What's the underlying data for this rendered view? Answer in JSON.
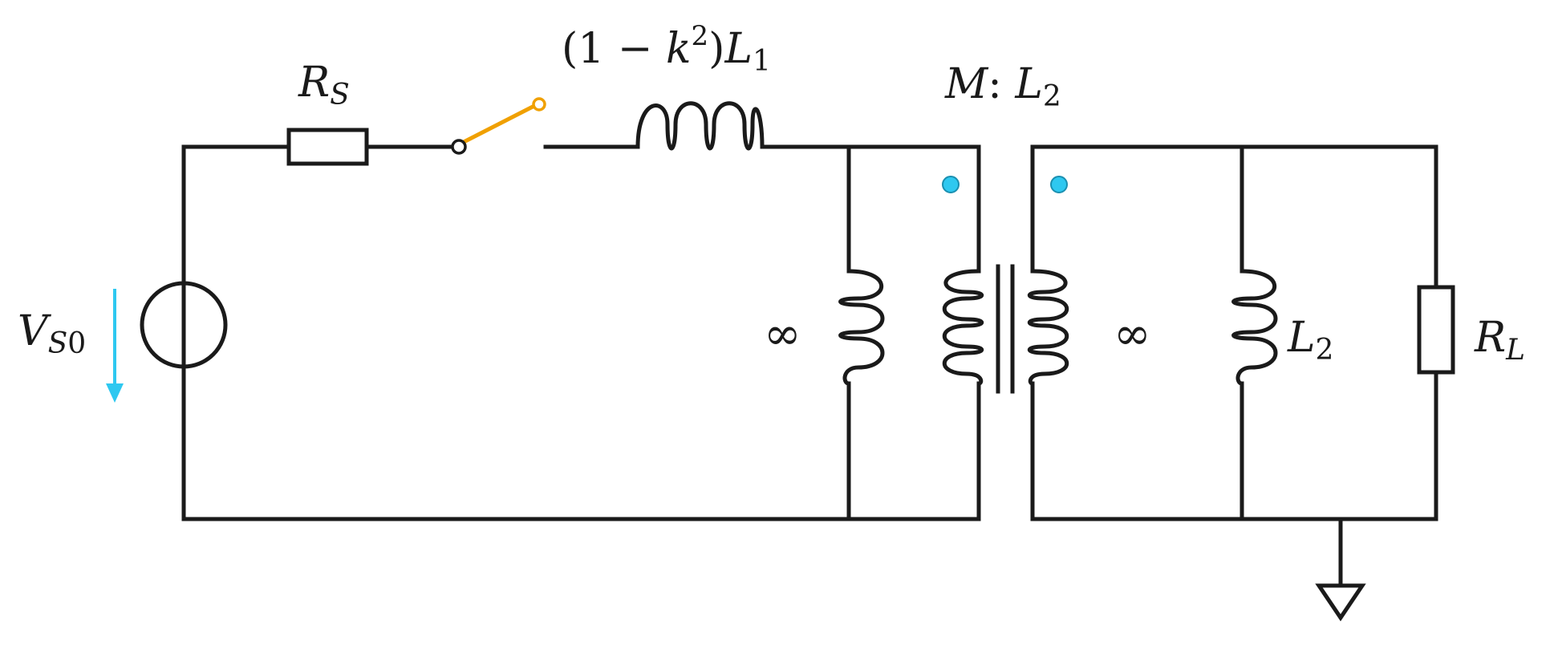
{
  "labels": {
    "source_resistor": {
      "main": "R",
      "sub": "S"
    },
    "leakage_inductor": {
      "prefix": "(1 − ",
      "k": "k",
      "sup": "2",
      "close": ")",
      "main": "L",
      "sub": "1"
    },
    "mutual": {
      "m": "M",
      "colon": ": ",
      "main": "L",
      "sub": "2"
    },
    "source_voltage": {
      "main": "V",
      "sub_s": "S",
      "sub_0": "0"
    },
    "infinity_left": "∞",
    "infinity_right": "∞",
    "secondary_inductor": {
      "main": "L",
      "sub": "2"
    },
    "load_resistor": {
      "main": "R",
      "sub": "L"
    }
  },
  "colors": {
    "wire": "#1a1a1a",
    "switch": "#f0a000",
    "dot": "#2ec8f0",
    "arrow": "#2ec8f0"
  }
}
